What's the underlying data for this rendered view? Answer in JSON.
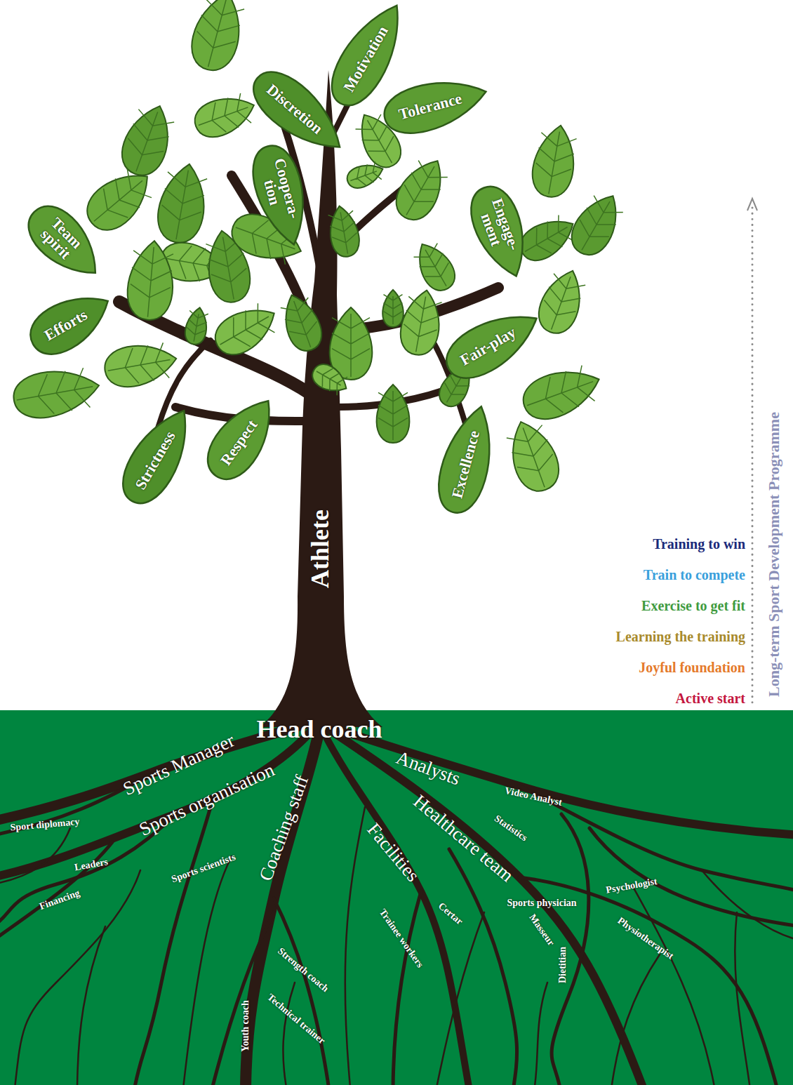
{
  "diagram": {
    "nodes": [
      {
        "text": [
          "Motivation"
        ]
      },
      {
        "text": [
          "Discretion"
        ]
      },
      {
        "text": [
          "Tolerance"
        ]
      },
      {
        "text": [
          "Coopera- tion"
        ]
      },
      {
        "text": [
          "Team spirit"
        ]
      },
      {
        "text": [
          "Engage- ment"
        ]
      },
      {
        "text": [
          "Efforts"
        ]
      },
      {
        "text": [
          "Fair-play"
        ]
      },
      {
        "text": [
          "Respect"
        ]
      },
      {
        "text": [
          "Strictness"
        ]
      },
      {
        "text": [
          "Excellence"
        ]
      }
    ],
    "labels": [
      "Long-term Sport Development Programme",
      "Athlete",
      "Training to win",
      "Train to compete",
      "Exercise to get fit",
      "Learning the training",
      "Joyful foundation",
      "Active start",
      "Head coach",
      "Sports Manager",
      "Sports organisation",
      "Coaching staff",
      "Analysts",
      "Healthcare team",
      "Facilities",
      "Video Analyst",
      "Statistics",
      "Sport diplomacy",
      "Leaders",
      "Sports scientists",
      "Financing",
      "Sports physician",
      "Psychologist",
      "Certar",
      "Trainee workers",
      "Masseur",
      "Dietitian",
      "Physiotherapist",
      "Strength coach",
      "Technical trainer",
      "Youth coach"
    ]
  }
}
